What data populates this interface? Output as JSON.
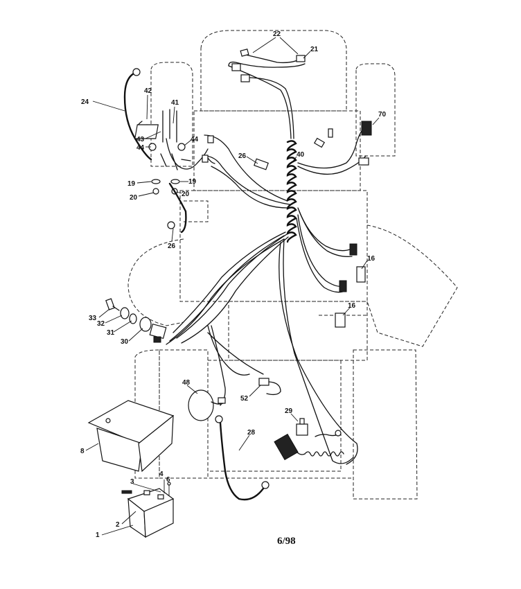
{
  "callouts": {
    "p22": "22",
    "p21": "21",
    "p24": "24",
    "p42": "42",
    "p41": "41",
    "p43": "43",
    "p44a": "44",
    "p44b": "44",
    "p70": "70",
    "p26a": "26",
    "p40": "40",
    "p19a": "19",
    "p19b": "19",
    "p20a": "20",
    "p20b": "20",
    "p26b": "26",
    "p16a": "16",
    "p16b": "16",
    "p33": "33",
    "p32": "32",
    "p31": "31",
    "p30": "30",
    "p48": "48",
    "p52": "52",
    "p29": "29",
    "p28": "28",
    "p8": "8",
    "p3": "3",
    "p4": "4",
    "p6": "6",
    "p2": "2",
    "p1": "1"
  },
  "footer": {
    "code": "6/98"
  }
}
